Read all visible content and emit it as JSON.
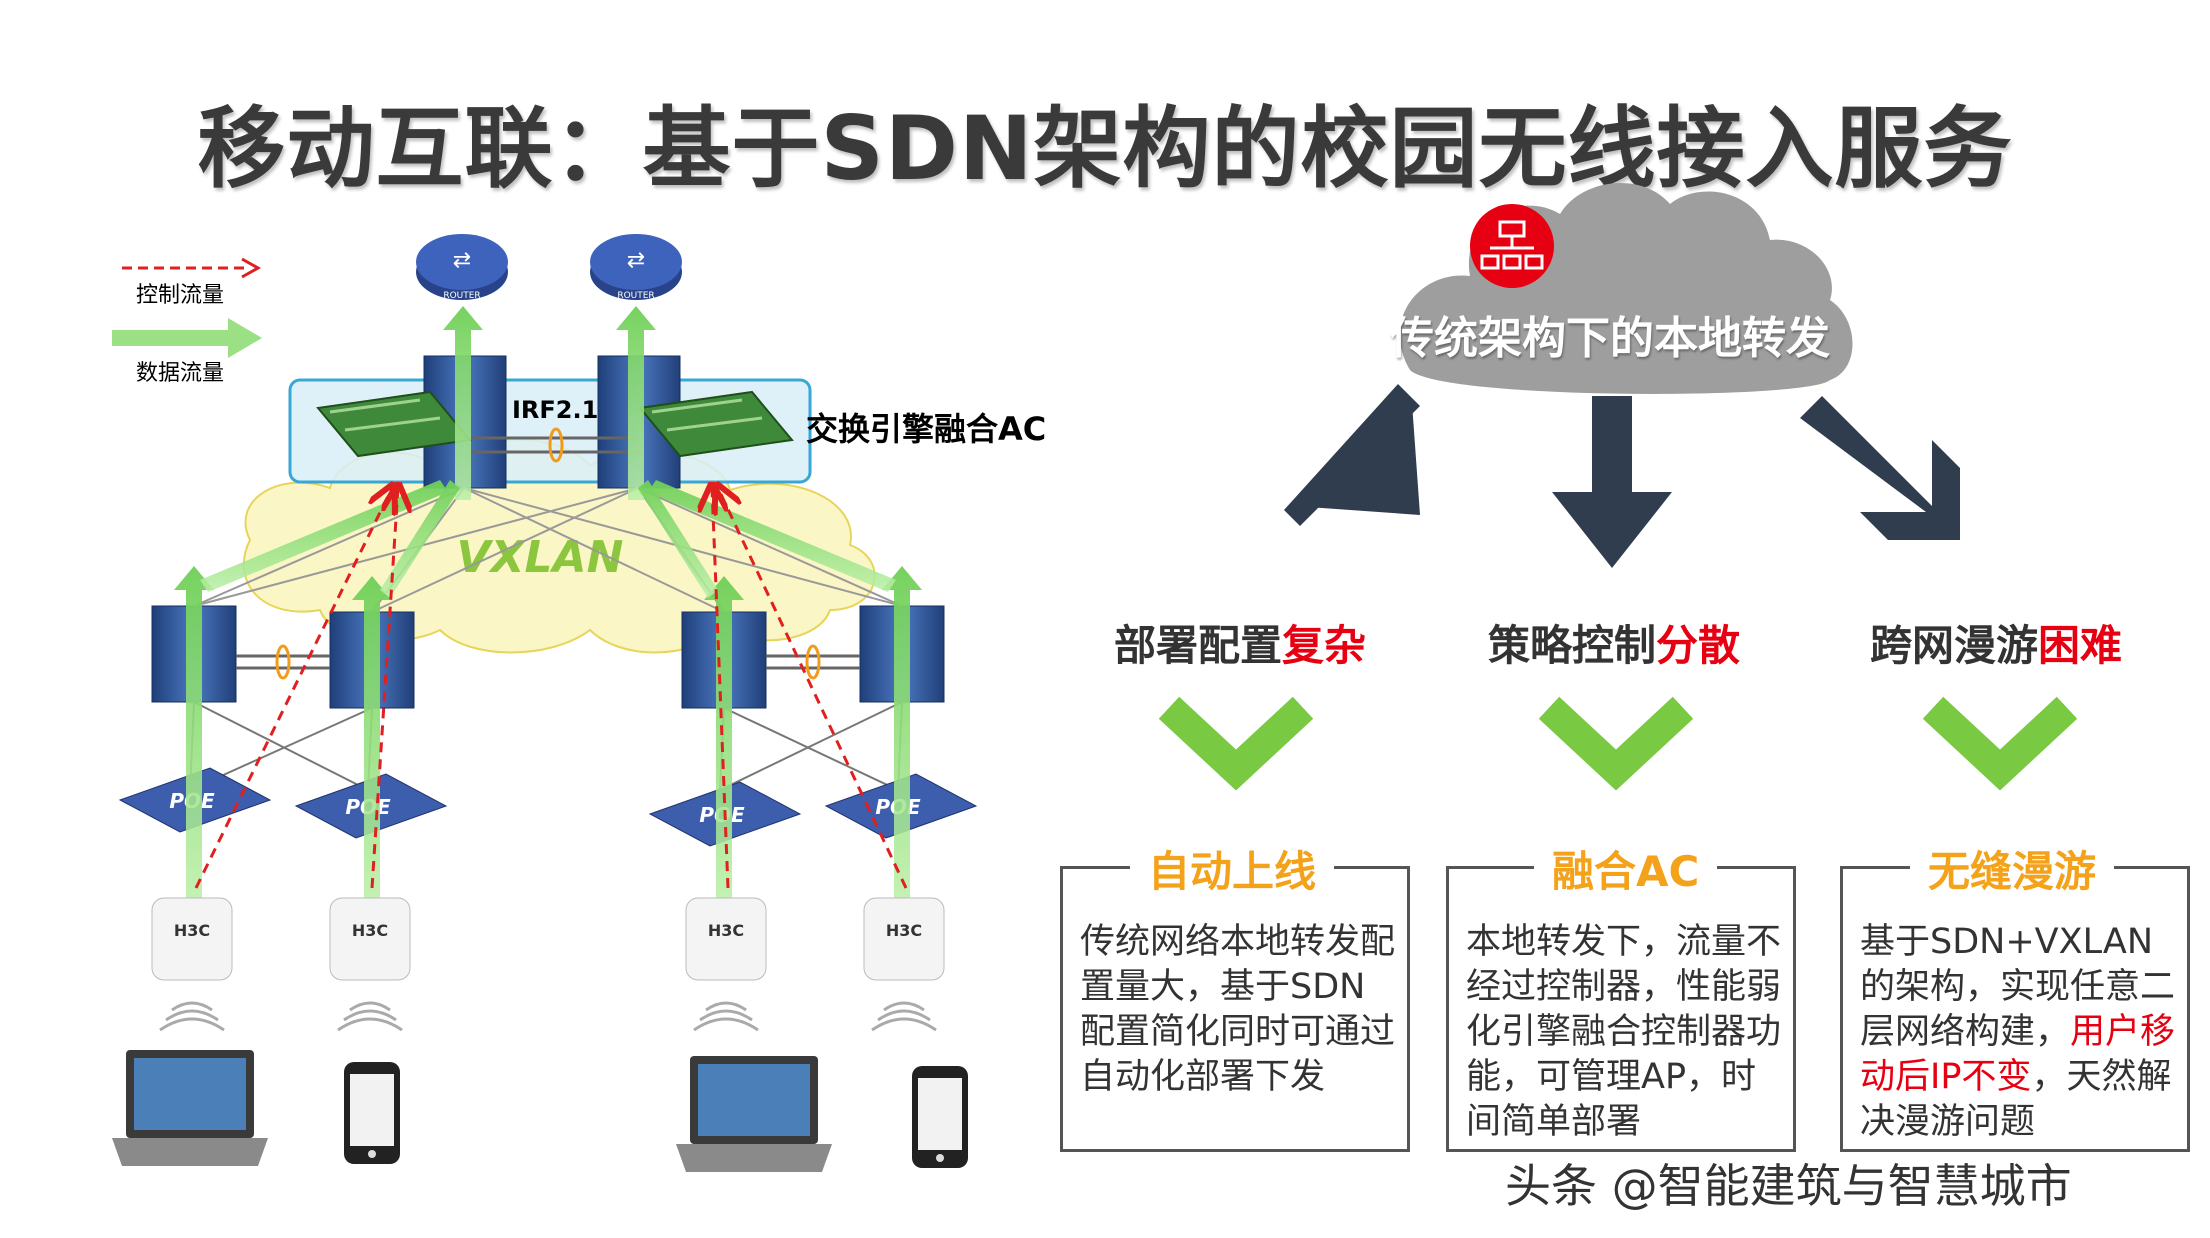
{
  "title": "移动互联：基于SDN架构的校园无线接入服务",
  "legend": {
    "control_flow": "控制流量",
    "data_flow": "数据流量"
  },
  "diagram": {
    "router_label": "ROUTER",
    "irf_label": "IRF2.1",
    "ac_label": "交换引擎融合AC",
    "vxlan_label": "VXLAN",
    "poe_label": "POE",
    "ap_brand": "H3C"
  },
  "cloud": {
    "text": "传统架构下的本地转发",
    "icon": "network-topology-icon"
  },
  "problems": [
    {
      "prefix": "部署配置",
      "highlight": "复杂"
    },
    {
      "prefix": "策略控制",
      "highlight": "分散"
    },
    {
      "prefix": "跨网漫游",
      "highlight": "困难"
    }
  ],
  "solutions": [
    {
      "title": "自动上线",
      "body": "传统网络本地转发配置量大，基于SDN配置简化同时可通过自动化部署下发"
    },
    {
      "title": "融合AC",
      "body": "本地转发下，流量不经过控制器，性能弱化引擎融合控制器功能，可管理AP，时间简单部署"
    },
    {
      "title": "无缝漫游",
      "body_before": "基于SDN+VXLAN的架构，实现任意二层网络构建，",
      "body_red": "用户移动后IP不变",
      "body_after": "，天然解决漫游问题"
    }
  ],
  "watermark": "头条 @智能建筑与智慧城市",
  "colors": {
    "accent_red": "#e60012",
    "accent_orange": "#f3a21a",
    "check_green": "#7ac943",
    "arrow_dark": "#2f3d4f",
    "cloud_gray": "#9e9e9e",
    "data_flow_green": "#8dd672",
    "control_flow_red": "#e02020"
  }
}
